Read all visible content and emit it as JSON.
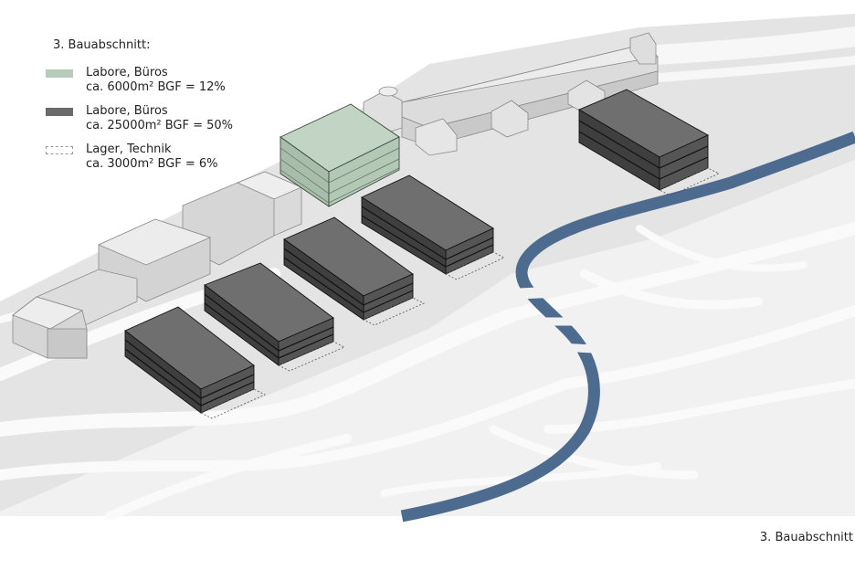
{
  "legend": {
    "title": "3. Bauabschnitt:",
    "items": [
      {
        "line1": "Labore, Büros",
        "line2": "ca. 6000m² BGF = 12%",
        "color": "#b7cbb9"
      },
      {
        "line1": "Labore, Büros",
        "line2": "ca. 25000m² BGF = 50%",
        "color": "#6a6a6a"
      },
      {
        "line1": "Lager, Technik",
        "line2": "ca. 3000m² BGF = 6%",
        "color": "#ffffff"
      }
    ]
  },
  "footer": {
    "caption": "3. Bauabschnitt"
  },
  "colors": {
    "river": "#4d6a8f",
    "ground": "#e3e3e3",
    "roads": "#ececec",
    "existing_buildings": "#d9d9d9",
    "green_block": "#b7cbb9",
    "dark_block": "#6a6a6a"
  }
}
